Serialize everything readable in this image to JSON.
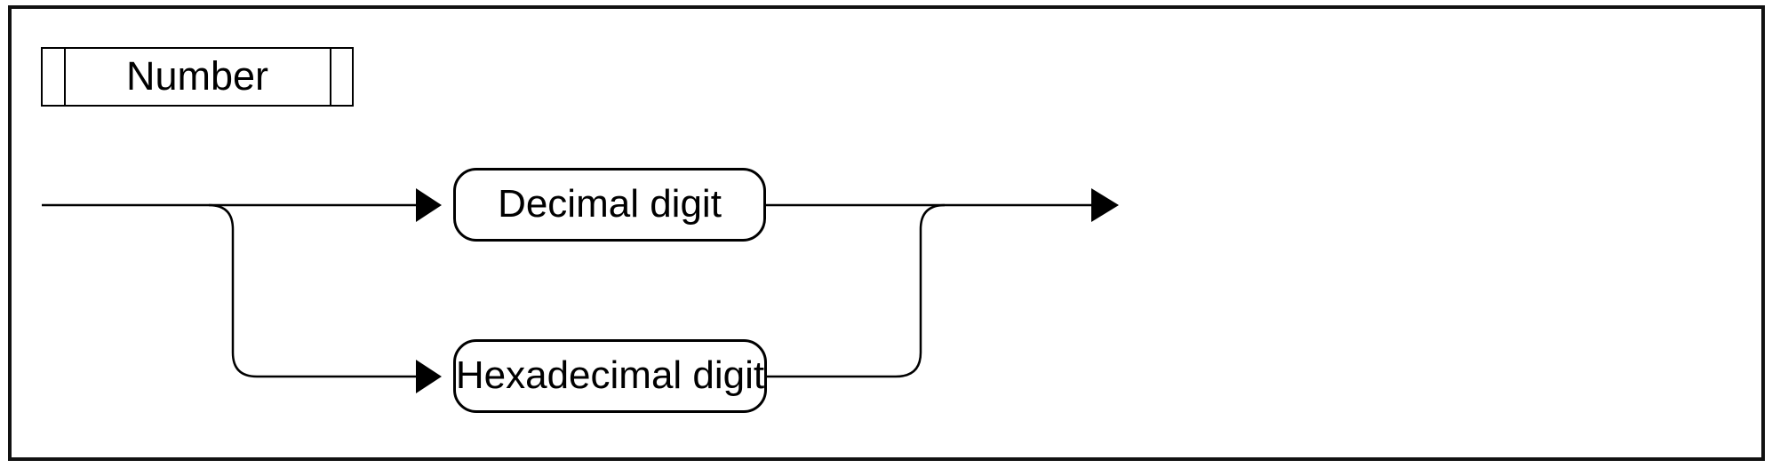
{
  "diagram": {
    "rule_title": "Number",
    "nodes": [
      {
        "label": "Decimal digit"
      },
      {
        "label": "Hexadecimal digit"
      }
    ]
  },
  "colors": {
    "line": "#000000",
    "border": "#111111",
    "background": "#ffffff",
    "text": "#000000"
  }
}
